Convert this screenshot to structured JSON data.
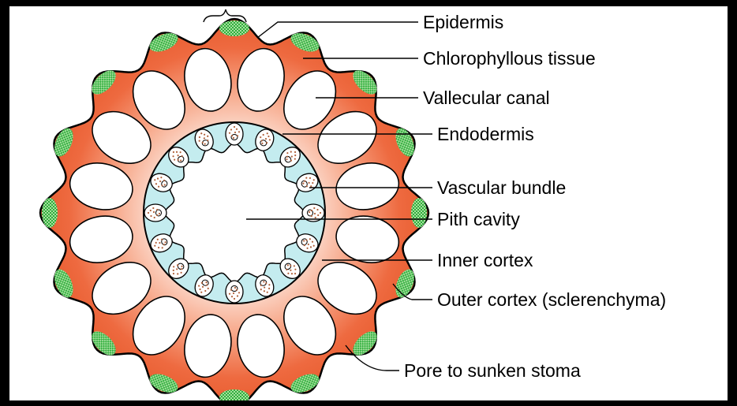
{
  "labels": {
    "epidermis": "Epidermis",
    "chlorophyllous": "Chlorophyllous tissue",
    "vallecular": "Vallecular canal",
    "endodermis": "Endodermis",
    "vascular": "Vascular bundle",
    "pith": "Pith cavity",
    "inner_cortex": "Inner cortex",
    "outer_cortex": "Outer cortex (sclerenchyma)",
    "pore": "Pore to sunken stoma"
  },
  "colors": {
    "background": "#000000",
    "canvas": "#ffffff",
    "outer_cortex": "#ee6a40",
    "inner_cortex": "#fde3d8",
    "chlorophyll": "#3cb043",
    "endodermis_ring": "#c4ecef",
    "cells": "#ffffff",
    "bundle_dots": "#b0603a"
  },
  "counts": {
    "ridges": 16,
    "vallecular_canals": 16,
    "vascular_bundles": 16
  }
}
